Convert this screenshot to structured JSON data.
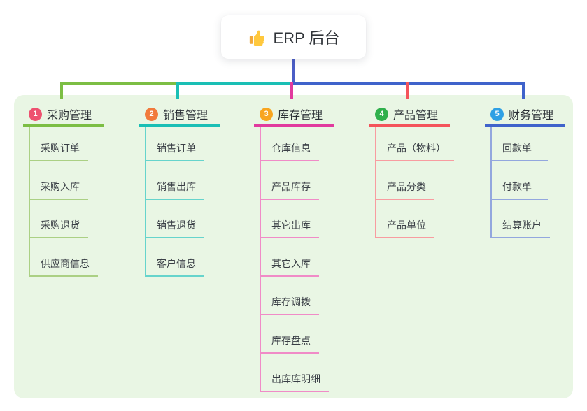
{
  "root": {
    "label": "ERP 后台",
    "icon": "thumbs-up-icon"
  },
  "colors": {
    "canvas": "#FFFFFF",
    "panel": "#E9F6E4",
    "root_connector": "#4B5EC6",
    "root_text": "#2F3338",
    "branch_text": "#2B3036",
    "child_text": "#3A3F46",
    "thumb_yellow": "#FFC83D",
    "thumb_dark": "#F2A93B"
  },
  "branches": [
    {
      "number": "1",
      "label": "采购管理",
      "badge_color": "#EE5170",
      "line_color": "#7CBE44",
      "line_light": "#ABD084",
      "children": [
        "采购订单",
        "采购入库",
        "采购退货",
        "供应商信息"
      ]
    },
    {
      "number": "2",
      "label": "销售管理",
      "badge_color": "#F17A3C",
      "line_color": "#1ABFB5",
      "line_light": "#66D4CC",
      "children": [
        "销售订单",
        "销售出库",
        "销售退货",
        "客户信息"
      ]
    },
    {
      "number": "3",
      "label": "库存管理",
      "badge_color": "#F8A51F",
      "line_color": "#E13A9E",
      "line_light": "#F08BC7",
      "children": [
        "仓库信息",
        "产品库存",
        "其它出库",
        "其它入库",
        "库存调拨",
        "库存盘点",
        "出库库明细"
      ]
    },
    {
      "number": "4",
      "label": "产品管理",
      "badge_color": "#2FB04C",
      "line_color": "#F4545B",
      "line_light": "#F89CA0",
      "children": [
        "产品（物料）",
        "产品分类",
        "产品单位"
      ]
    },
    {
      "number": "5",
      "label": "财务管理",
      "badge_color": "#2EA0E4",
      "line_color": "#3F63CB",
      "line_light": "#93A7DE",
      "children": [
        "回款单",
        "付款单",
        "结算账户"
      ]
    }
  ]
}
